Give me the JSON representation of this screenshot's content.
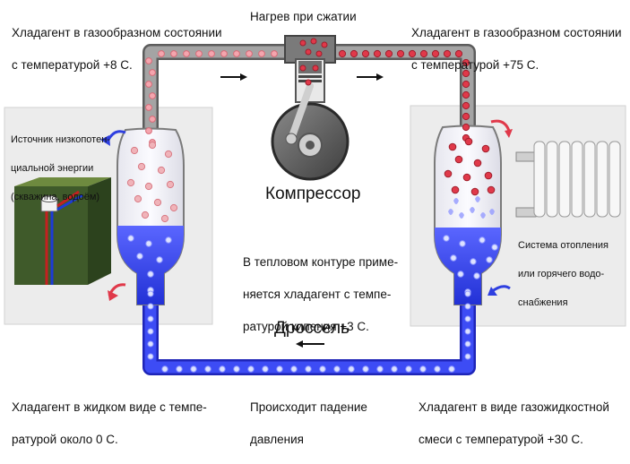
{
  "labels": {
    "gas_cold": [
      "Хладагент в газообразном состоянии",
      "с температурой +8 С."
    ],
    "compression_heating": "Нагрев при сжатии",
    "gas_hot": [
      "Хладагент в газообразном состоянии",
      "с температурой +75 С."
    ],
    "source": [
      "Источник низкопотен-",
      "циальной энергии",
      "(скважина, водоём)"
    ],
    "compressor": "Компрессор",
    "heating_system": [
      "Система отопления",
      "или горячего водо-",
      "снабжения"
    ],
    "circuit_note": [
      "В тепловом контуре приме-",
      "няется хладагент с темпе-",
      "ратурой кипения +3 С."
    ],
    "throttle": "Дроссель",
    "liquid": [
      "Хладагент в жидком виде с темпе-",
      "ратурой около 0 С."
    ],
    "pressure_drop": [
      "Происходит падение",
      "давления"
    ],
    "mixture": [
      "Хладагент в виде газожидкостной",
      "смеси с температурой +30 С."
    ]
  },
  "icons": {
    "compressor": "compressor-icon",
    "evaporator": "evaporator-flask-icon",
    "condenser": "condenser-flask-icon",
    "radiator": "radiator-icon",
    "borehole": "borehole-icon",
    "flow_arrow": "flow-arrow-icon",
    "curved_arrow": "curved-arrow-icon"
  },
  "colors": {
    "hot": "#e0394a",
    "cold": "#2e3fe0",
    "pipe_gray": "#8c8c8c",
    "panel": "#ececec"
  }
}
